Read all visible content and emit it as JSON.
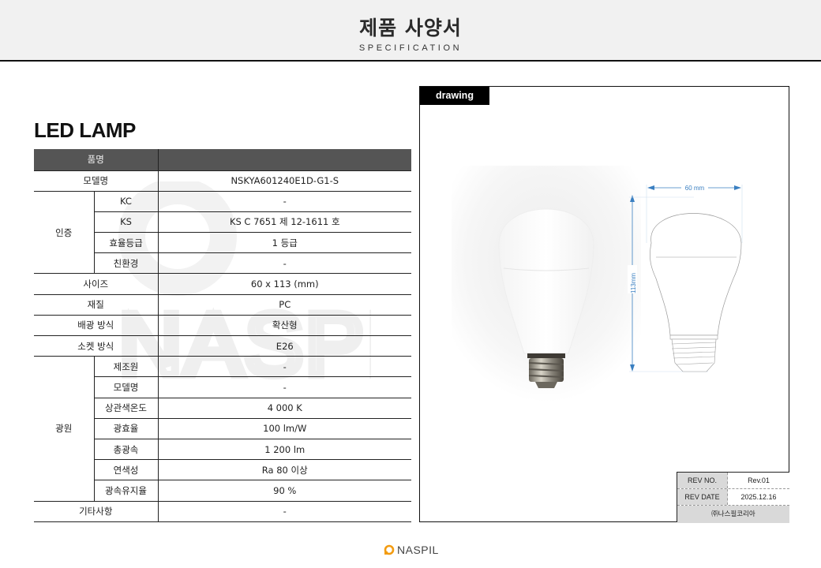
{
  "header": {
    "title": "제품 사양서",
    "subtitle": "SPECIFICATION"
  },
  "product": {
    "title": "LED LAMP"
  },
  "table": {
    "header": {
      "label": "품명",
      "value": ""
    },
    "model": {
      "label": "모델명",
      "value": "NSKYA601240E1D-G1-S"
    },
    "certification": {
      "label": "인증",
      "rows": [
        {
          "label": "KC",
          "value": "-"
        },
        {
          "label": "KS",
          "value": "KS C 7651 제 12-1611 호"
        },
        {
          "label": "효율등급",
          "value": "1 등급"
        },
        {
          "label": "친환경",
          "value": "-"
        }
      ]
    },
    "size": {
      "label": "사이즈",
      "value": "60 x 113 (mm)"
    },
    "material": {
      "label": "재질",
      "value": "PC"
    },
    "light_distribution": {
      "label": "배광 방식",
      "value": "확산형"
    },
    "socket": {
      "label": "소켓 방식",
      "value": "E26"
    },
    "light_source": {
      "label": "광원",
      "rows": [
        {
          "label": "제조원",
          "value": "-"
        },
        {
          "label": "모델명",
          "value": "-"
        },
        {
          "label": "상관색온도",
          "value": "4 000 K"
        },
        {
          "label": "광효율",
          "value": "100 lm/W"
        },
        {
          "label": "총광속",
          "value": "1 200 lm"
        },
        {
          "label": "연색성",
          "value": "Ra 80 이상"
        },
        {
          "label": "광속유지율",
          "value": "90 %"
        }
      ]
    },
    "other": {
      "label": "기타사항",
      "value": "-"
    }
  },
  "drawing": {
    "label": "drawing",
    "width_dim": "60 mm",
    "height_dim": "113mm",
    "dim_color": "#3a7fc1"
  },
  "revision": {
    "rev_no_label": "REV NO.",
    "rev_no_value": "Rev.01",
    "rev_date_label": "REV DATE",
    "rev_date_value": "2025.12.16",
    "company": "㈜나스필코리아"
  },
  "footer": {
    "logo_text": "NASPIL",
    "logo_color": "#f39c12"
  },
  "watermark": {
    "text": "NASPIL"
  }
}
